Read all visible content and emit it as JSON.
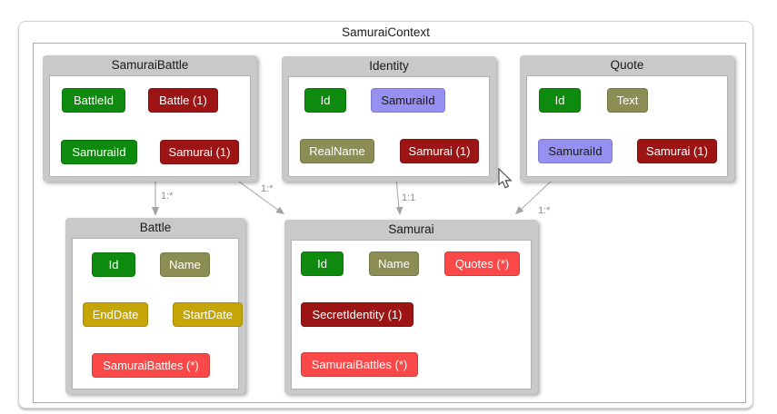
{
  "context": {
    "title": "SamuraiContext",
    "entities": [
      {
        "title": "SamuraiBattle",
        "properties": [
          {
            "label": "BattleId",
            "kind": "key"
          },
          {
            "label": "Battle (1)",
            "kind": "reference_nav"
          },
          {
            "label": "SamuraiId",
            "kind": "key"
          },
          {
            "label": "Samurai (1)",
            "kind": "reference_nav"
          }
        ]
      },
      {
        "title": "Identity",
        "properties": [
          {
            "label": "Id",
            "kind": "key"
          },
          {
            "label": "SamuraiId",
            "kind": "foreign_key"
          },
          {
            "label": "RealName",
            "kind": "string"
          },
          {
            "label": "Samurai (1)",
            "kind": "reference_nav"
          }
        ]
      },
      {
        "title": "Quote",
        "properties": [
          {
            "label": "Id",
            "kind": "key"
          },
          {
            "label": "Text",
            "kind": "string"
          },
          {
            "label": "SamuraiId",
            "kind": "foreign_key"
          },
          {
            "label": "Samurai (1)",
            "kind": "reference_nav"
          }
        ]
      },
      {
        "title": "Battle",
        "properties": [
          {
            "label": "Id",
            "kind": "key"
          },
          {
            "label": "Name",
            "kind": "string"
          },
          {
            "label": "EndDate",
            "kind": "datetime"
          },
          {
            "label": "StartDate",
            "kind": "datetime"
          },
          {
            "label": "SamuraiBattles (*)",
            "kind": "collection_nav"
          }
        ]
      },
      {
        "title": "Samurai",
        "properties": [
          {
            "label": "Id",
            "kind": "key"
          },
          {
            "label": "Name",
            "kind": "string"
          },
          {
            "label": "Quotes (*)",
            "kind": "collection_nav"
          },
          {
            "label": "SecretIdentity (1)",
            "kind": "reference_nav"
          },
          {
            "label": "SamuraiBattles (*)",
            "kind": "collection_nav"
          }
        ]
      }
    ],
    "edges": [
      {
        "from": "SamuraiBattle",
        "to": "Battle",
        "cardinality": "1:*"
      },
      {
        "from": "SamuraiBattle",
        "to": "Samurai",
        "cardinality": "1:*"
      },
      {
        "from": "Identity",
        "to": "Samurai",
        "cardinality": "1:1"
      },
      {
        "from": "Quote",
        "to": "Samurai",
        "cardinality": "1:*"
      }
    ],
    "legend_colors": {
      "key": "#0e8b0e",
      "string": "#8c8c55",
      "datetime": "#c5a609",
      "foreign_key": "#9691f1",
      "reference_nav": "#9c1414",
      "collection_nav": "#fb4848",
      "node_header": "#c9c9c9",
      "edge": "#b3b3b3"
    }
  }
}
